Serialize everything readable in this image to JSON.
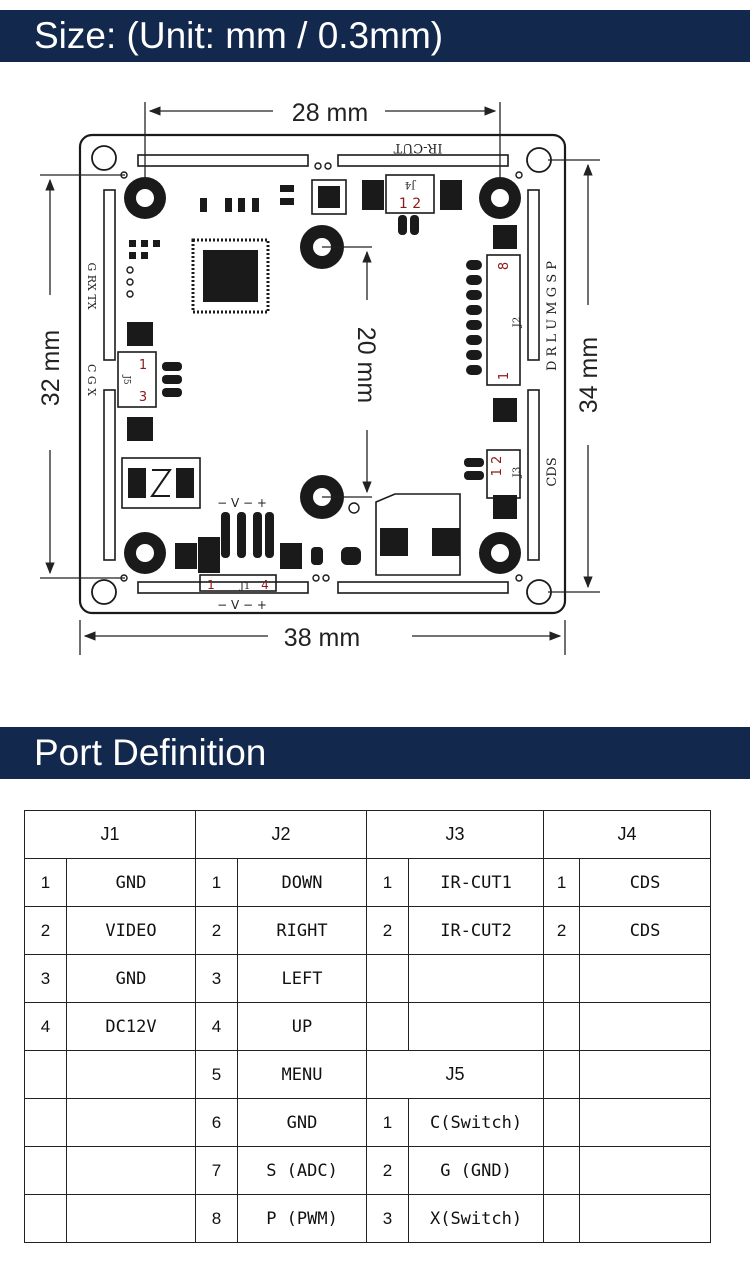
{
  "size_section": {
    "title": "Size: (Unit: mm / 0.3mm)"
  },
  "diagram": {
    "dim_top": "28 mm",
    "dim_bottom": "38 mm",
    "dim_left": "32 mm",
    "dim_right": "34 mm",
    "dim_center": "20 mm",
    "label_ir_cut": "IR-CUT",
    "label_j4": "J4",
    "j4_pins": "1 2",
    "label_j2": "J2",
    "j2_pin_top": "8",
    "j2_pin_bottom": "1",
    "j2_side_text": "D R L U M G S P",
    "label_j3": "J3",
    "j3_pins": "1 2",
    "cds_text": "CDS",
    "left_top_text": "G RX TX",
    "left_mid_text": "C G X",
    "label_j5": "J5",
    "j5_pin_top": "1",
    "j5_pin_bottom": "3",
    "label_j1": "J1",
    "j1_pin_left": "1",
    "j1_pin_right": "4",
    "power_text_top": "− V − +",
    "power_text_bottom": "− V − +"
  },
  "port_section": {
    "title": "Port Definition"
  },
  "ports_table": {
    "headers": [
      "J1",
      "J2",
      "J3",
      "J4"
    ],
    "j5_header": "J5",
    "rows": [
      [
        "1",
        "GND",
        "1",
        "DOWN",
        "1",
        "IR-CUT1",
        "1",
        "CDS"
      ],
      [
        "2",
        "VIDEO",
        "2",
        "RIGHT",
        "2",
        "IR-CUT2",
        "2",
        "CDS"
      ],
      [
        "3",
        "GND",
        "3",
        "LEFT",
        "",
        "",
        "",
        ""
      ],
      [
        "4",
        "DC12V",
        "4",
        "UP",
        "",
        "",
        "",
        ""
      ],
      [
        "",
        "",
        "5",
        "MENU",
        "",
        "",
        "",
        ""
      ],
      [
        "",
        "",
        "6",
        "GND",
        "1",
        "C(Switch)",
        "",
        ""
      ],
      [
        "",
        "",
        "7",
        "S (ADC)",
        "2",
        "G (GND)",
        "",
        ""
      ],
      [
        "",
        "",
        "8",
        "P (PWM)",
        "3",
        "X(Switch)",
        "",
        ""
      ]
    ]
  },
  "colors": {
    "banner_bg": "#13284d",
    "banner_text": "#ffffff",
    "pin_label": "#8b1a1a"
  }
}
